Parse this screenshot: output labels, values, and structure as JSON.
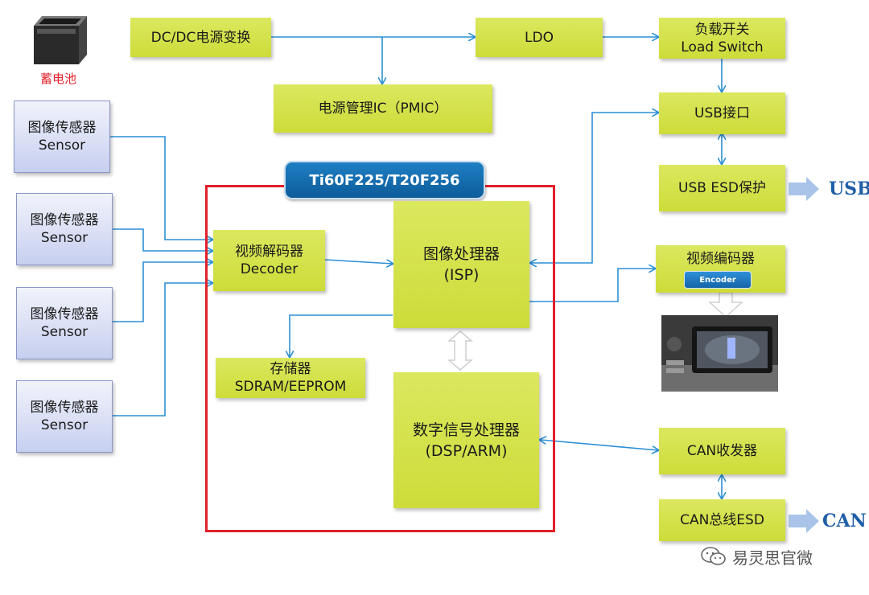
{
  "battery": {
    "label": "蓄电池"
  },
  "power": {
    "dcdc": "DC/DC电源变换",
    "ldo": "LDO",
    "load_switch": {
      "line1": "负载开关",
      "line2": "Load Switch"
    },
    "pmic": "电源管理IC（PMIC）"
  },
  "sensors": [
    {
      "line1": "图像传感器",
      "line2": "Sensor"
    },
    {
      "line1": "图像传感器",
      "line2": "Sensor"
    },
    {
      "line1": "图像传感器",
      "line2": "Sensor"
    },
    {
      "line1": "图像传感器",
      "line2": "Sensor"
    }
  ],
  "chip": {
    "label": "Ti60F225/T20F256"
  },
  "decoder": {
    "line1": "视频解码器",
    "line2": "Decoder"
  },
  "isp": {
    "line1": "图像处理器",
    "line2": "(ISP)"
  },
  "memory": {
    "line1": "存储器",
    "line2": "SDRAM/EEPROM"
  },
  "dsp": {
    "line1": "数字信号处理器",
    "line2": "(DSP/ARM)"
  },
  "usb": {
    "interface": "USB接口",
    "esd": "USB ESD保护",
    "out_label": "USB"
  },
  "encoder": {
    "title": "视频编码器",
    "badge": "Encoder"
  },
  "can": {
    "transceiver": "CAN收发器",
    "esd": "CAN总线ESD",
    "out_label": "CAN"
  },
  "watermark": "易灵思官微",
  "colors": {
    "box_fill": "#cddc39",
    "sensor_fill": "#c7cff0",
    "arrow": "#2b8fd6",
    "frame": "#e0212a",
    "chip_fill": "#0d5c99",
    "out_label": "#1f5fa8"
  }
}
